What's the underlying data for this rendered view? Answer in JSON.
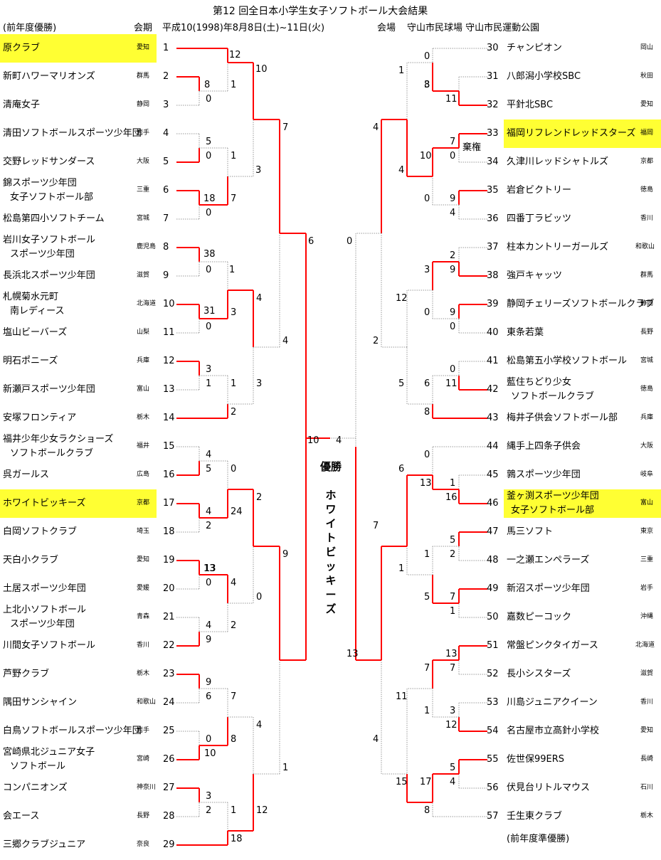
{
  "header": {
    "title": "第12 回全日本小学生女子ソフトボール大会結果",
    "prev_winner_label": "(前年度優勝)",
    "period_label": "会期",
    "dates": "平成10(1998)年8月8日(土)~11日(火)",
    "venue_label": "会場",
    "venues": "守山市民球場  守山市民運動公園"
  },
  "footer": {
    "prev_runner_up_label": "(前年度準優勝)"
  },
  "champion": {
    "label": "優勝",
    "name": "ホワイトビッキーズ"
  },
  "final": {
    "left": "10",
    "right": "4"
  },
  "left_teams": [
    {
      "n": "1",
      "name": [
        "原クラブ"
      ],
      "pref": "愛知",
      "hl": true
    },
    {
      "n": "2",
      "name": [
        "新町ハワーマリオンズ"
      ],
      "pref": "群馬"
    },
    {
      "n": "3",
      "name": [
        "清庵女子"
      ],
      "pref": "静岡"
    },
    {
      "n": "4",
      "name": [
        "清田ソフトボールスポーツ少年団"
      ],
      "pref": "岩手"
    },
    {
      "n": "5",
      "name": [
        "交野レッドサンダース"
      ],
      "pref": "大阪"
    },
    {
      "n": "6",
      "name": [
        "錦スポーツ少年団",
        "女子ソフトボール部"
      ],
      "pref": "三重"
    },
    {
      "n": "7",
      "name": [
        "松島第四小ソフトチーム"
      ],
      "pref": "宮城"
    },
    {
      "n": "8",
      "name": [
        "岩川女子ソフトボール",
        "スポーツ少年団"
      ],
      "pref": "鹿児島"
    },
    {
      "n": "9",
      "name": [
        "長浜北スポーツ少年団"
      ],
      "pref": "滋賀"
    },
    {
      "n": "10",
      "name": [
        "札幌菊水元町",
        "南レディース"
      ],
      "pref": "北海道"
    },
    {
      "n": "11",
      "name": [
        "塩山ビーバーズ"
      ],
      "pref": "山梨"
    },
    {
      "n": "12",
      "name": [
        "明石ポニーズ"
      ],
      "pref": "兵庫"
    },
    {
      "n": "13",
      "name": [
        "新瀬戸スポーツ少年団"
      ],
      "pref": "富山"
    },
    {
      "n": "14",
      "name": [
        "安塚フロンティア"
      ],
      "pref": "栃木"
    },
    {
      "n": "15",
      "name": [
        "福井少年少女ラクショーズ",
        "ソフトボールクラブ"
      ],
      "pref": "福井"
    },
    {
      "n": "16",
      "name": [
        "呉ガールス"
      ],
      "pref": "広島"
    },
    {
      "n": "17",
      "name": [
        "ホワイトビッキーズ"
      ],
      "pref": "京都",
      "hl": true
    },
    {
      "n": "18",
      "name": [
        "白岡ソフトクラブ"
      ],
      "pref": "埼玉"
    },
    {
      "n": "19",
      "name": [
        "天白小クラブ"
      ],
      "pref": "愛知"
    },
    {
      "n": "20",
      "name": [
        "土居スポーツ少年団"
      ],
      "pref": "愛媛"
    },
    {
      "n": "21",
      "name": [
        "上北小ソフトボール",
        "スポーツ少年団"
      ],
      "pref": "青森"
    },
    {
      "n": "22",
      "name": [
        "川間女子ソフトボール"
      ],
      "pref": "香川"
    },
    {
      "n": "23",
      "name": [
        "芦野クラブ"
      ],
      "pref": "栃木"
    },
    {
      "n": "24",
      "name": [
        "隅田サンシャイン"
      ],
      "pref": "和歌山"
    },
    {
      "n": "25",
      "name": [
        "白鳥ソフトボールスポーツ少年団"
      ],
      "pref": "岩手"
    },
    {
      "n": "26",
      "name": [
        "宮崎県北ジュニア女子",
        "ソフトボール"
      ],
      "pref": "宮崎"
    },
    {
      "n": "27",
      "name": [
        "コンパニオンズ"
      ],
      "pref": "神奈川"
    },
    {
      "n": "28",
      "name": [
        "会エース"
      ],
      "pref": "長野"
    },
    {
      "n": "29",
      "name": [
        "三郷クラブジュニア"
      ],
      "pref": "奈良"
    }
  ],
  "right_teams": [
    {
      "n": "30",
      "name": [
        "チャンピオン"
      ],
      "pref": "岡山"
    },
    {
      "n": "31",
      "name": [
        "八郎潟小学校SBC"
      ],
      "pref": "秋田"
    },
    {
      "n": "32",
      "name": [
        "平針北SBC"
      ],
      "pref": "愛知"
    },
    {
      "n": "33",
      "name": [
        "福岡リフレンドレッドスターズ"
      ],
      "pref": "福岡",
      "hl": true
    },
    {
      "n": "34",
      "name": [
        "久津川レッドシャトルズ"
      ],
      "pref": "京都"
    },
    {
      "n": "35",
      "name": [
        "岩倉ビクトリー"
      ],
      "pref": "徳島"
    },
    {
      "n": "36",
      "name": [
        "四番丁ラビッツ"
      ],
      "pref": "香川"
    },
    {
      "n": "37",
      "name": [
        "柱本カントリーガールズ"
      ],
      "pref": "和歌山"
    },
    {
      "n": "38",
      "name": [
        "強戸キャッツ"
      ],
      "pref": "群馬"
    },
    {
      "n": "39",
      "name": [
        "静岡チェリーズソフトボールクラブ"
      ],
      "pref": "静岡"
    },
    {
      "n": "40",
      "name": [
        "東条若葉"
      ],
      "pref": "長野"
    },
    {
      "n": "41",
      "name": [
        "松島第五小学校ソフトボール"
      ],
      "pref": "宮城"
    },
    {
      "n": "42",
      "name": [
        "藍住ちどり少女",
        "ソフトボールクラブ"
      ],
      "pref": "徳島"
    },
    {
      "n": "43",
      "name": [
        "梅井子供会ソフトボール部"
      ],
      "pref": "兵庫"
    },
    {
      "n": "44",
      "name": [
        "縄手上四条子供会"
      ],
      "pref": "大阪"
    },
    {
      "n": "45",
      "name": [
        "鶉スポーツ少年団"
      ],
      "pref": "岐阜"
    },
    {
      "n": "46",
      "name": [
        "釜ヶ渕スポーツ少年団",
        "女子ソフトボール部"
      ],
      "pref": "富山",
      "hl": true
    },
    {
      "n": "47",
      "name": [
        "馬三ソフト"
      ],
      "pref": "東京"
    },
    {
      "n": "48",
      "name": [
        "一之瀬エンペラーズ"
      ],
      "pref": "三重"
    },
    {
      "n": "49",
      "name": [
        "新沼スポーツ少年団"
      ],
      "pref": "岩手"
    },
    {
      "n": "50",
      "name": [
        "嘉数ピーコック"
      ],
      "pref": "沖縄"
    },
    {
      "n": "51",
      "name": [
        "常盤ピンクタイガース"
      ],
      "pref": "北海道"
    },
    {
      "n": "52",
      "name": [
        "長小シスターズ"
      ],
      "pref": "滋賀"
    },
    {
      "n": "53",
      "name": [
        "川島ジュニアクイーン"
      ],
      "pref": "香川"
    },
    {
      "n": "54",
      "name": [
        "名古屋市立高針小学校"
      ],
      "pref": "愛知"
    },
    {
      "n": "55",
      "name": [
        "佐世保99ERS"
      ],
      "pref": "長崎"
    },
    {
      "n": "56",
      "name": [
        "伏見台リトルマウス"
      ],
      "pref": "石川"
    },
    {
      "n": "57",
      "name": [
        "壬生東クラブ"
      ],
      "pref": "栃木"
    }
  ],
  "scores": {
    "L": [
      [
        "12",
        "10",
        "8",
        "1",
        "0",
        "7",
        "3",
        "5",
        "1",
        "0",
        "18",
        "7",
        "0",
        "6"
      ],
      [
        "38",
        "0",
        "1",
        "4",
        "31",
        "3",
        "0",
        "4",
        "3",
        "1",
        "1",
        "3",
        "2",
        "13"
      ],
      [
        "4",
        "5",
        "0",
        "2",
        "4",
        "24",
        "2",
        "9",
        "13",
        "0",
        "4",
        "0",
        "4",
        "2",
        "9"
      ],
      [
        "9",
        "6",
        "7",
        "4",
        "0",
        "8",
        "10",
        "1",
        "3",
        "2",
        "1",
        "12",
        "18"
      ]
    ],
    "R": [
      [
        "0",
        "1",
        "3",
        "8",
        "11",
        "4",
        "4",
        "10",
        "7",
        "0",
        "棄権",
        "0",
        "9",
        "4",
        "0"
      ],
      [
        "2",
        "9",
        "3",
        "12",
        "0",
        "9",
        "0",
        "2",
        "0",
        "11",
        "5",
        "6",
        "8"
      ],
      [
        "0",
        "6",
        "1",
        "13",
        "16",
        "7",
        "5",
        "2",
        "1",
        "1",
        "5",
        "7",
        "1",
        "13"
      ],
      [
        "13",
        "7",
        "7",
        "11",
        "1",
        "3",
        "12",
        "4",
        "5",
        "4",
        "15",
        "17",
        "8"
      ]
    ]
  },
  "colors": {
    "win_line": "#ff0000",
    "lose_line": "#9a9a9a",
    "highlight": "#ffff33"
  }
}
